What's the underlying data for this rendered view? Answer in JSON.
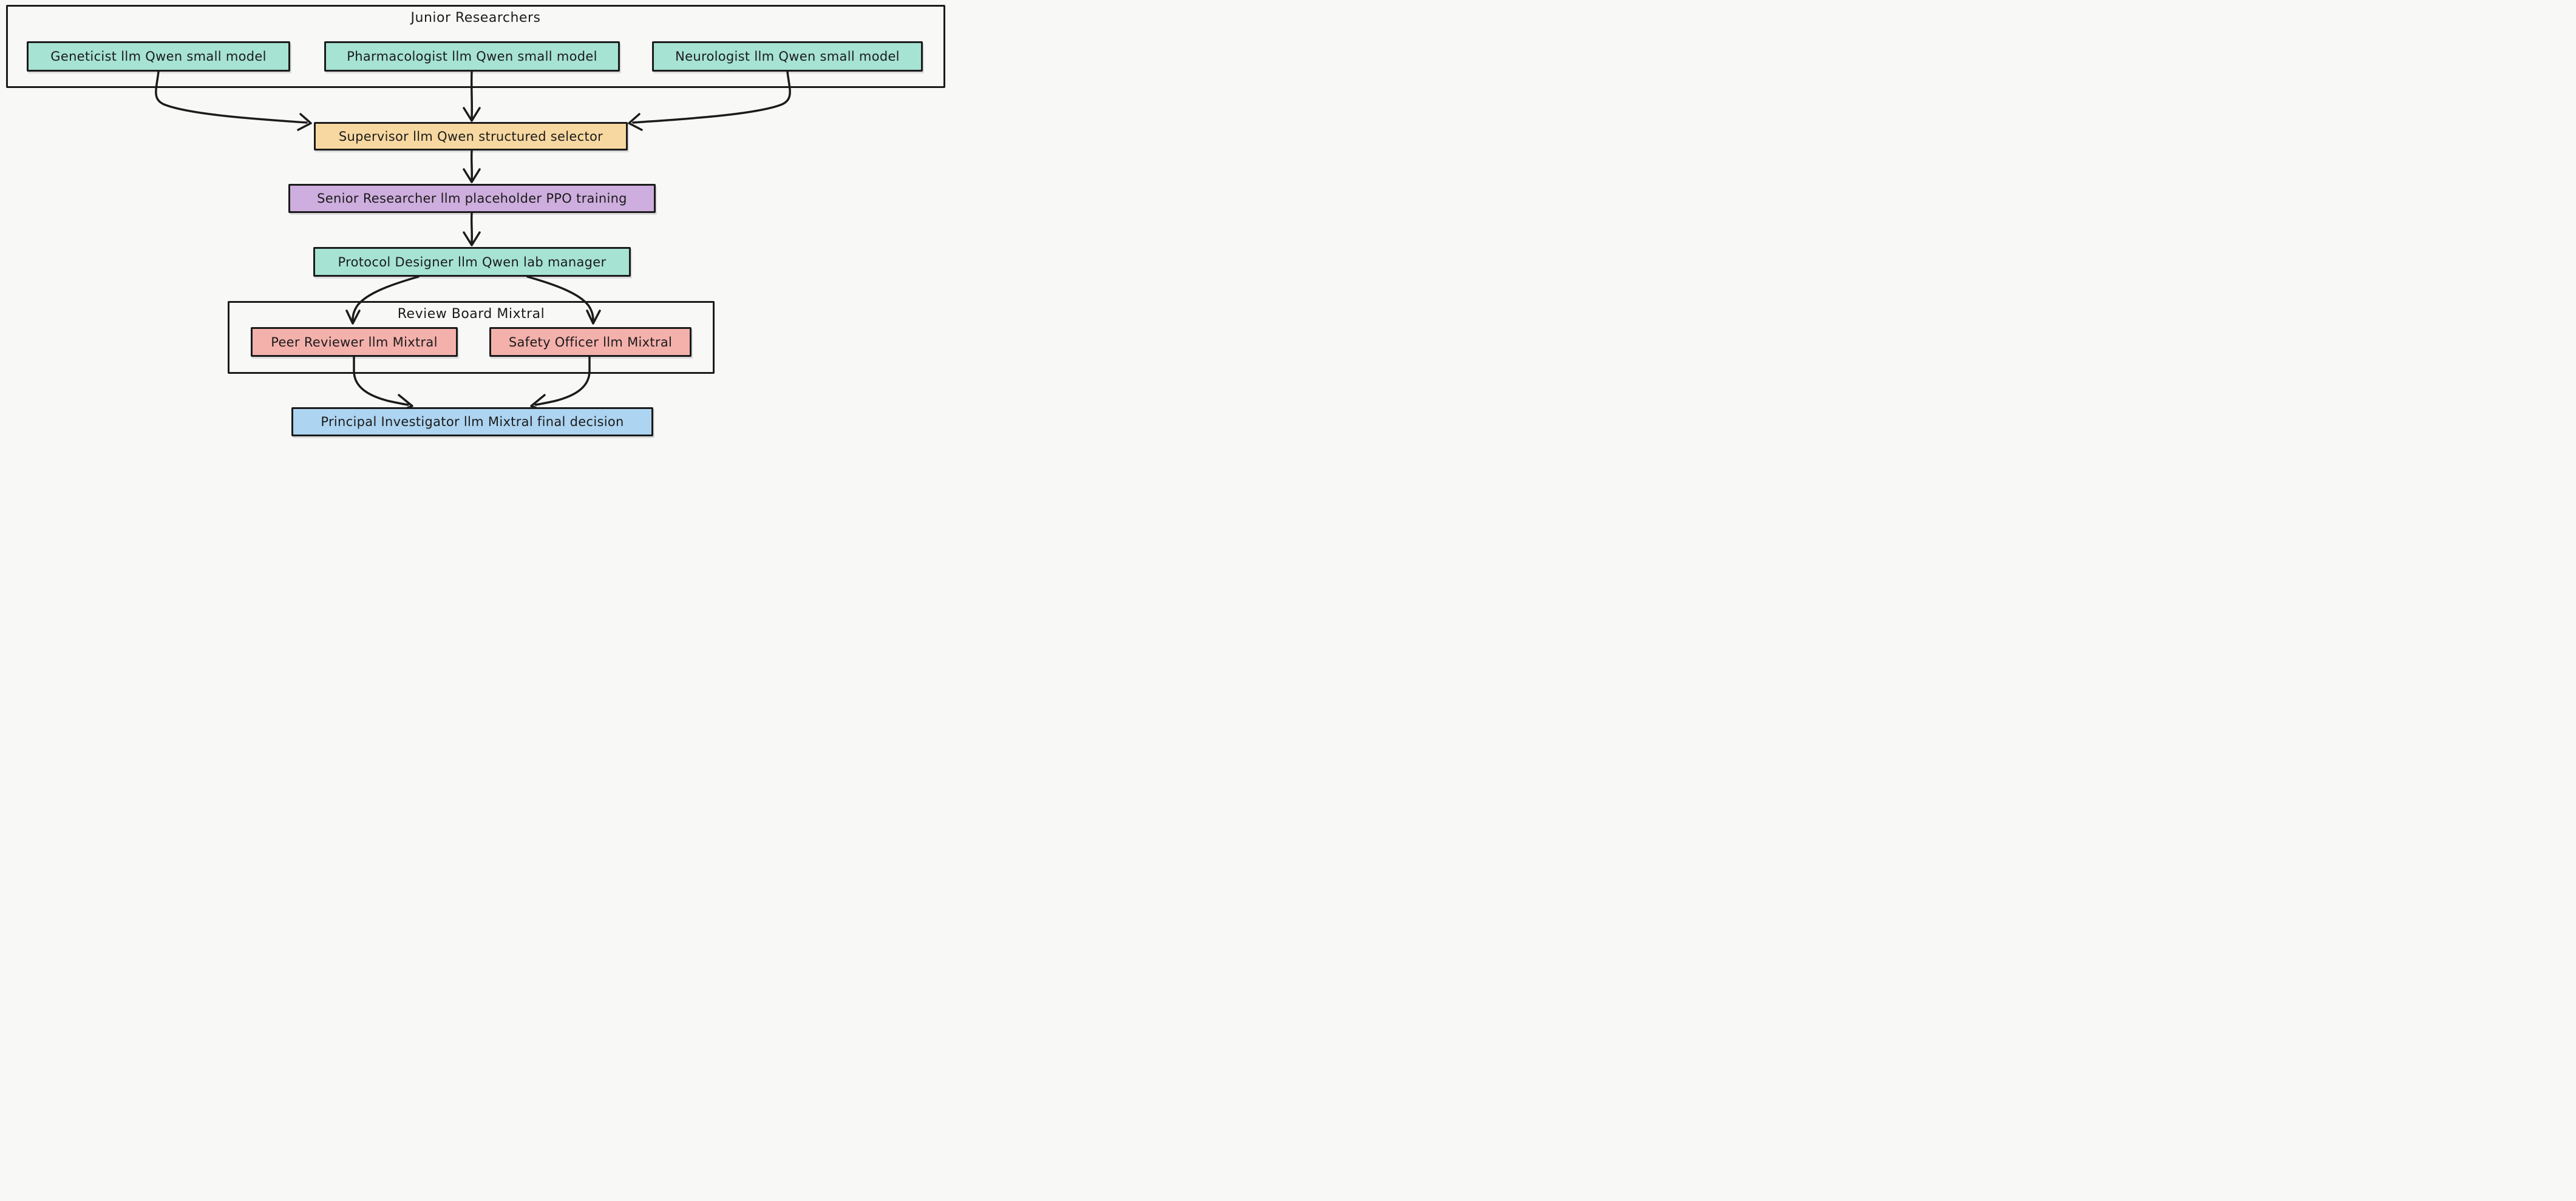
{
  "canvas": {
    "background": "#f8f8f7",
    "stroke_color": "#1b1b1b",
    "text_color": "#1b1b1b"
  },
  "groups": [
    {
      "id": "junior-researchers",
      "label": "Junior Researchers",
      "children": [
        "geneticist",
        "pharmacologist",
        "neurologist"
      ]
    },
    {
      "id": "review-board",
      "label": "Review Board Mixtral",
      "children": [
        "peer-reviewer",
        "safety-officer"
      ]
    }
  ],
  "nodes": [
    {
      "id": "geneticist",
      "label": "Geneticist llm Qwen small model",
      "fill": "#a6e3d3"
    },
    {
      "id": "pharmacologist",
      "label": "Pharmacologist llm Qwen small model",
      "fill": "#a6e3d3"
    },
    {
      "id": "neurologist",
      "label": "Neurologist llm Qwen small model",
      "fill": "#a6e3d3"
    },
    {
      "id": "supervisor",
      "label": "Supervisor llm Qwen structured selector",
      "fill": "#f8d8a1"
    },
    {
      "id": "senior-researcher",
      "label": "Senior Researcher llm placeholder PPO training",
      "fill": "#ceaede"
    },
    {
      "id": "protocol-designer",
      "label": "Protocol Designer llm Qwen lab manager",
      "fill": "#a6e3d3"
    },
    {
      "id": "peer-reviewer",
      "label": "Peer Reviewer llm Mixtral",
      "fill": "#f4b1ac"
    },
    {
      "id": "safety-officer",
      "label": "Safety Officer llm Mixtral",
      "fill": "#f4b1ac"
    },
    {
      "id": "principal-investigator",
      "label": "Principal Investigator llm Mixtral final decision",
      "fill": "#add4f0"
    }
  ],
  "edges": [
    {
      "from": "geneticist",
      "to": "supervisor"
    },
    {
      "from": "pharmacologist",
      "to": "supervisor"
    },
    {
      "from": "neurologist",
      "to": "supervisor"
    },
    {
      "from": "supervisor",
      "to": "senior-researcher"
    },
    {
      "from": "senior-researcher",
      "to": "protocol-designer"
    },
    {
      "from": "protocol-designer",
      "to": "peer-reviewer"
    },
    {
      "from": "protocol-designer",
      "to": "safety-officer"
    },
    {
      "from": "peer-reviewer",
      "to": "principal-investigator"
    },
    {
      "from": "safety-officer",
      "to": "principal-investigator"
    }
  ]
}
